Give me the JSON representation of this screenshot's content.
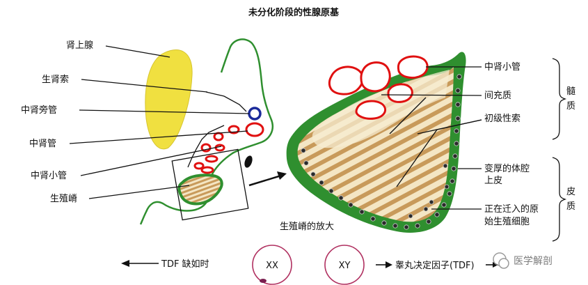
{
  "title": "未分化阶段的性腺原基",
  "left_labels": {
    "adrenal": "肾上腺",
    "genital_cord": "生肾索",
    "paramesonephric_duct": "中肾旁管",
    "mesonephric_duct": "中肾管",
    "mesonephric_tubule": "中肾小管",
    "genital_ridge": "生殖嵴"
  },
  "right_labels": {
    "mesonephric_tubule": "中肾小管",
    "mesenchyme": "间充质",
    "primary_sex_cords": "初级性索",
    "thickened_epithelium_1": "变厚的体腔",
    "thickened_epithelium_2": "上皮",
    "migrating_cells_1": "正在迁入的原",
    "migrating_cells_2": "始生殖细胞"
  },
  "brackets": {
    "medulla": [
      "髓",
      "质"
    ],
    "cortex": [
      "皮",
      "质"
    ]
  },
  "enlarged_caption": "生殖嵴的放大",
  "bottom": {
    "left_arrow_text": "TDF 缺如时",
    "cell_xx": "XX",
    "cell_xy": "XY",
    "right_arrow_text": "睾丸决定因子(TDF)"
  },
  "watermark": "医学解剖",
  "colors": {
    "adrenal": "#f0e040",
    "epithelium": "#2f8f2f",
    "tubule": "#e01010",
    "paramesonephric": "#1a2a9a",
    "cords": "#c89a5a",
    "cell_ring": "#b03060"
  }
}
